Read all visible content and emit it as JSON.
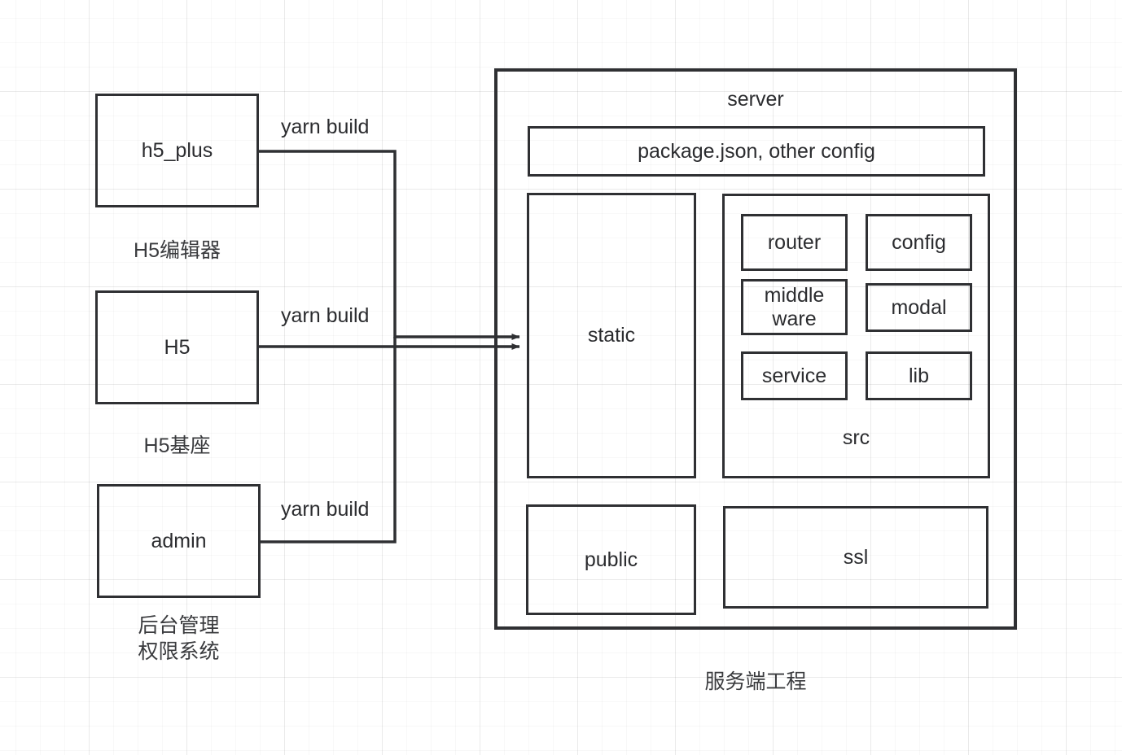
{
  "diagram": {
    "title_caption_left": "",
    "sources": [
      {
        "id": "h5_plus",
        "label": "h5_plus",
        "caption": "H5编辑器",
        "edge_label": "yarn build"
      },
      {
        "id": "h5",
        "label": "H5",
        "caption": "H5基座",
        "edge_label": "yarn build"
      },
      {
        "id": "admin",
        "label": "admin",
        "caption": "后台管理\n权限系统",
        "edge_label": "yarn build"
      }
    ],
    "server": {
      "title": "server",
      "caption": "服务端工程",
      "config_box": "package.json, other config",
      "static_box": "static",
      "public_box": "public",
      "ssl_box": "ssl",
      "src": {
        "title": "src",
        "modules": [
          "router",
          "config",
          "middle\nware",
          "modal",
          "service",
          "lib"
        ]
      }
    },
    "colors": {
      "stroke": "#2f3033",
      "text": "#2b2c2f",
      "background": "#ffffff",
      "grid_line": "#ededed"
    }
  }
}
